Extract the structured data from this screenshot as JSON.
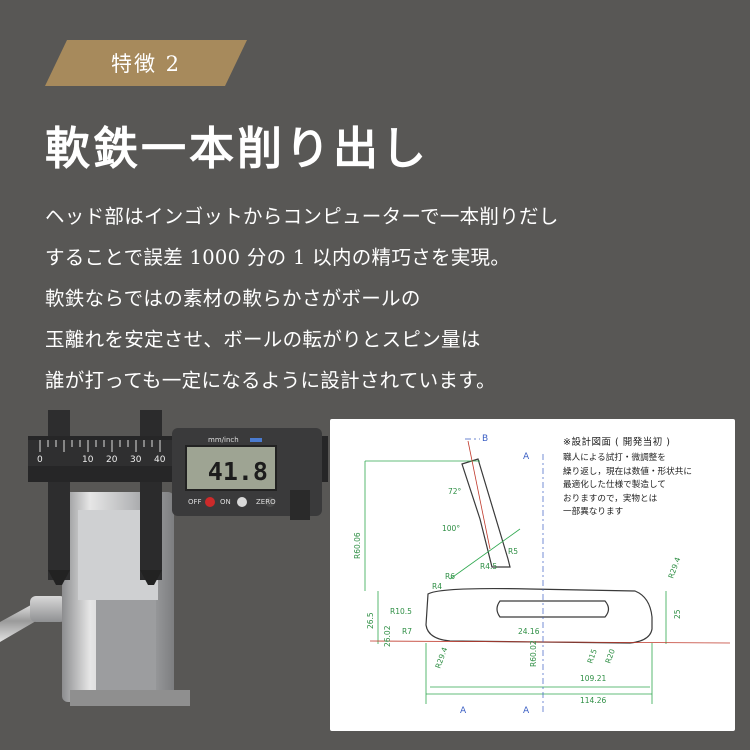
{
  "badge": {
    "label": "特徴 2"
  },
  "title": "軟鉄一本削り出し",
  "body_lines": [
    "ヘッド部はインゴットからコンピューターで一本削りだし",
    "することで誤差 1000 分の 1 以内の精巧さを実現。",
    "軟鉄ならではの素材の軟らかさがボールの",
    "玉離れを安定させ、ボールの転がりとスピン量は",
    "誰が打っても一定になるように設計されています。"
  ],
  "caliper": {
    "display_value": "41.8",
    "unit_label": "mm/inch",
    "buttons": [
      "OFF",
      "ON",
      "ZERO"
    ],
    "scale_labels": [
      "0",
      "10",
      "20",
      "30",
      "40"
    ]
  },
  "drawing": {
    "note_title": "※設計図面 ( 開発当初 )",
    "note_lines": [
      "職人による試打・微調整を",
      "繰り返し，現在は数値・形状共に",
      "最適化した仕様で製造して",
      "おりますので，実物とは",
      "一部異なります"
    ],
    "dimensions": [
      "R60.06",
      "26.5",
      "R10.5",
      "R7",
      "R29.4",
      "R20",
      "R15",
      "R5",
      "R4.5",
      "R6",
      "R4",
      "24.16",
      "26.02",
      "25",
      "109.21",
      "114.26",
      "72°",
      "100°",
      "A",
      "B",
      "R29.4",
      "R60.02"
    ]
  }
}
